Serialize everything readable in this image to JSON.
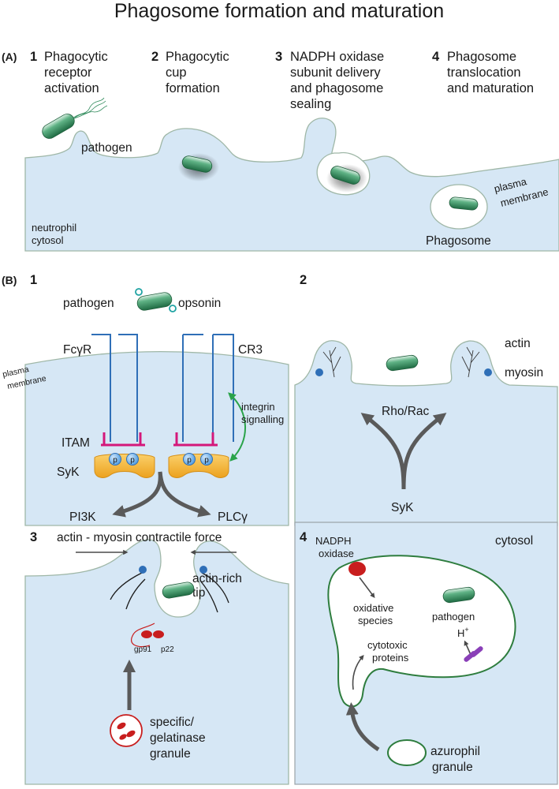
{
  "title": "Phagosome formation and maturation",
  "panel_a": {
    "label": "(A)",
    "steps": [
      {
        "num": "1",
        "lines": [
          "Phagocytic",
          "receptor",
          "activation"
        ]
      },
      {
        "num": "2",
        "lines": [
          "Phagocytic",
          "cup",
          "formation"
        ]
      },
      {
        "num": "3",
        "lines": [
          "NADPH oxidase",
          "subunit delivery",
          "and phagosome",
          "sealing"
        ]
      },
      {
        "num": "4",
        "lines": [
          "Phagosome",
          "translocation",
          "and maturation"
        ]
      }
    ],
    "pathogen": "pathogen",
    "plasma_membrane": [
      "plasma",
      "membrane"
    ],
    "cytosol": [
      "neutrophil",
      "cytosol"
    ],
    "phagosome": "Phagosome"
  },
  "panel_b": {
    "label": "(B)",
    "p1": {
      "num": "1",
      "pathogen": "pathogen",
      "opsonin": "opsonin",
      "fcgr": "FcγR",
      "cr3": "CR3",
      "plasma_membrane": [
        "plasma",
        "membrane"
      ],
      "integrin": [
        "integrin",
        "signalling"
      ],
      "itam": "ITAM",
      "syk": "SyK",
      "p": "p",
      "pi3k": "PI3K",
      "plcg": "PLCγ"
    },
    "p2": {
      "num": "2",
      "actin": "actin",
      "myosin": "myosin",
      "rho_rac": "Rho/Rac",
      "syk": "SyK"
    },
    "p3": {
      "num": "3",
      "force": "actin - myosin contractile force",
      "tip": [
        "actin-rich",
        "tip"
      ],
      "gp91": "gp91",
      "p22": "p22",
      "granule": [
        "specific/",
        "gelatinase",
        "granule"
      ]
    },
    "p4": {
      "num": "4",
      "cytosol": "cytosol",
      "nadph": [
        "NADPH",
        "oxidase"
      ],
      "oxidative": [
        "oxidative",
        "species"
      ],
      "pathogen": "pathogen",
      "proton": "H",
      "proton_sup": "+",
      "cytotoxic": [
        "cytotoxic",
        "proteins"
      ],
      "azurophil": [
        "azurophil",
        "granule"
      ]
    }
  },
  "colors": {
    "cell": "#d6e7f5",
    "receptor": "#2f6fb7",
    "itam": "#d4187a",
    "syk": "#f4b02f",
    "pathogen": "#2e8a5a",
    "granule": "#d42424",
    "phagosome": "#2e7d3e",
    "integrin_arrow": "#2aa34a",
    "pump": "#8a3fb8"
  }
}
